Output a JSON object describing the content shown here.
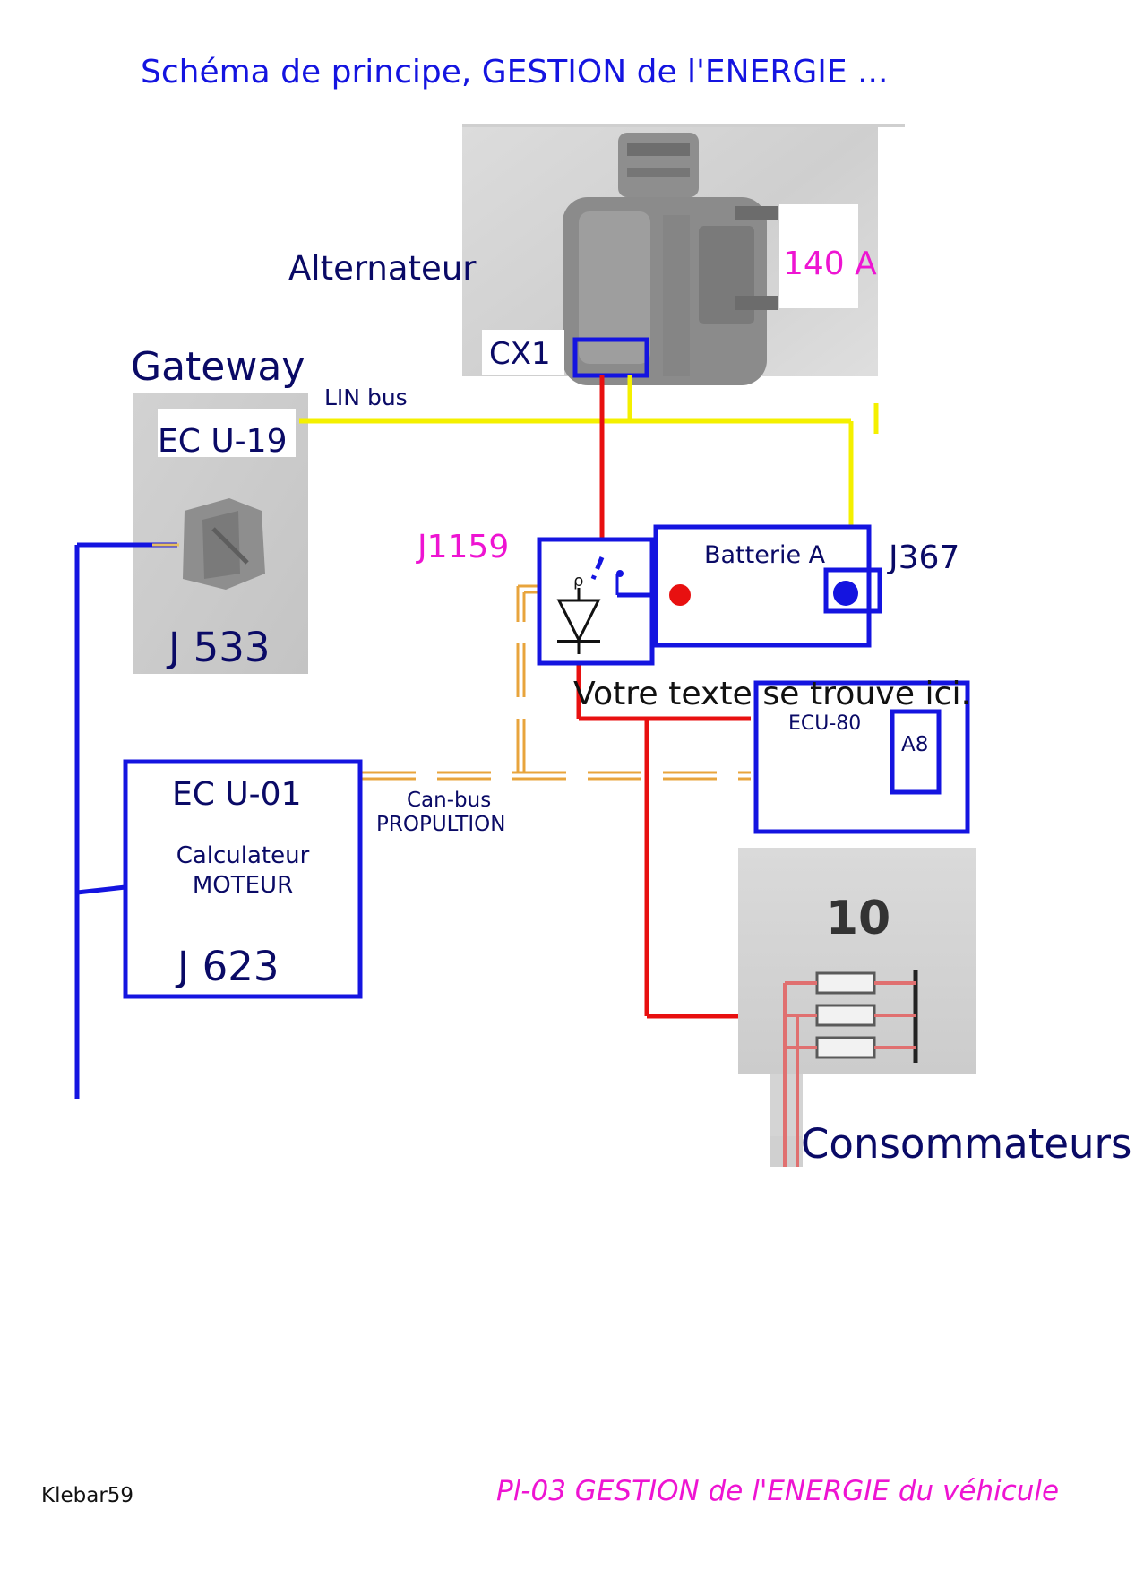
{
  "title": "Schéma de principe,  GESTION de l'ENERGIE ...",
  "colors": {
    "title": "#1414e0",
    "label": "#0a0a66",
    "accent": "#ee14d2",
    "wire_blue": "#1414e0",
    "wire_red": "#e81010",
    "wire_yellow": "#f4f000",
    "wire_orange": "#e8a43c",
    "photo_bg": "#d6d6d6"
  },
  "alternator": {
    "label": "Alternateur",
    "rating": "140 A",
    "connector": "CX1",
    "icon": "alternator-photo"
  },
  "gateway": {
    "heading": "Gateway",
    "ecu": "EC U-19",
    "code": "J 533",
    "icon": "gateway-module-photo"
  },
  "lin_bus": {
    "label": "LIN bus"
  },
  "relay": {
    "code": "J1159",
    "contact_label": "ρ",
    "icon": "diode-icon"
  },
  "battery": {
    "label": "Batterie A",
    "sensor_code": "J367"
  },
  "placeholder_text": "Votre texte se trouve ici.",
  "ecu80": {
    "label": "ECU-80",
    "sub": "A8"
  },
  "engine_ecu": {
    "ecu": "EC U-01",
    "line1": "Calculateur",
    "line2": "MOTEUR",
    "code": "J 623"
  },
  "can_bus": {
    "line1": "Can-bus",
    "line2": "PROPULTION"
  },
  "fuse_box": {
    "number": "10",
    "icon": "fuse-block-photo"
  },
  "consumers": {
    "label": "Consommateurs"
  },
  "footer": {
    "author": "Klebar59",
    "caption": "Pl-03 GESTION de l'ENERGIE du véhicule"
  }
}
